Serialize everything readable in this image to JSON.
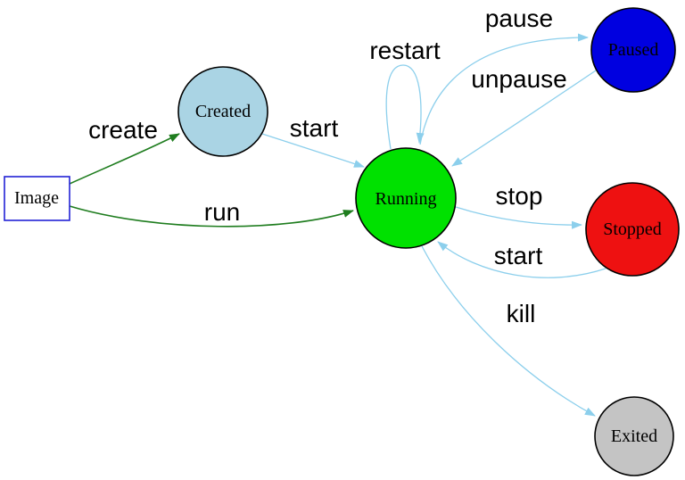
{
  "palette": {
    "edge_blue": "#8ccfec",
    "edge_green": "#1f7d1f",
    "background": "#ffffff"
  },
  "nodes": {
    "image": {
      "label": "Image",
      "fill": "#ffffff",
      "border": "#2222d5"
    },
    "created": {
      "label": "Created",
      "fill": "#aad4e4",
      "border": "#000000"
    },
    "running": {
      "label": "Running",
      "fill": "#00e100",
      "border": "#000000"
    },
    "paused": {
      "label": "Paused",
      "fill": "#0000e0",
      "border": "#000000"
    },
    "stopped": {
      "label": "Stopped",
      "fill": "#ee1111",
      "border": "#000000"
    },
    "exited": {
      "label": "Exited",
      "fill": "#c4c4c4",
      "border": "#000000"
    }
  },
  "edges": {
    "create": {
      "label": "create",
      "color": "#1f7d1f",
      "from": "image",
      "to": "created"
    },
    "run": {
      "label": "run",
      "color": "#1f7d1f",
      "from": "image",
      "to": "running"
    },
    "start_from_created": {
      "label": "start",
      "color": "#8ccfec",
      "from": "created",
      "to": "running"
    },
    "restart": {
      "label": "restart",
      "color": "#8ccfec",
      "from": "running",
      "to": "running"
    },
    "pause": {
      "label": "pause",
      "color": "#8ccfec",
      "from": "running",
      "to": "paused"
    },
    "unpause": {
      "label": "unpause",
      "color": "#8ccfec",
      "from": "paused",
      "to": "running"
    },
    "stop": {
      "label": "stop",
      "color": "#8ccfec",
      "from": "running",
      "to": "stopped"
    },
    "start_from_stopped": {
      "label": "start",
      "color": "#8ccfec",
      "from": "stopped",
      "to": "running"
    },
    "kill": {
      "label": "kill",
      "color": "#8ccfec",
      "from": "running",
      "to": "exited"
    }
  }
}
